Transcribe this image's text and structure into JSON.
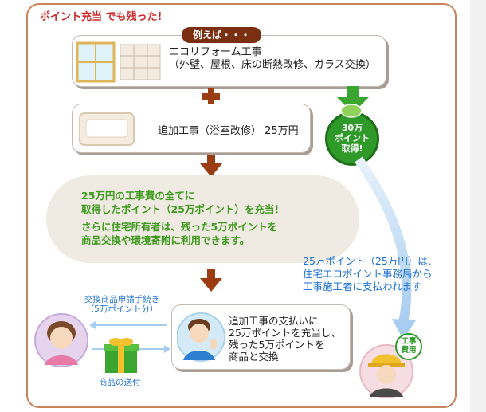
{
  "title": "ポイント充当 でも残った!",
  "example_pill": "例えば・・・",
  "step1": {
    "line1": "エコリフォーム工事",
    "line2": "（外壁、屋根、床の断熱改修、ガラス交換）"
  },
  "step2": {
    "label": "追加工事（浴室改修） 25万円"
  },
  "points_badge": {
    "line1": "30万",
    "line2": "ポイント",
    "line3": "取得!"
  },
  "step3": {
    "line1": "25万円の工事費の全てに",
    "line2": "取得したポイント（25万ポイント）を充当！",
    "line3": "さらに住宅所有者は、残った5万ポイントを",
    "line4": "商品交換や環境寄附に利用できます。"
  },
  "payment_note": {
    "line1": "25万ポイント（25万円）は、",
    "line2": "住宅エコポイント事務局から",
    "line3": "工事施工者に支払われます"
  },
  "exchange_label": {
    "line1": "交換商品申請手続き",
    "line2": "（5万ポイント分）"
  },
  "shipping_label": "商品の送付",
  "step4": {
    "line1": "追加工事の支払いに",
    "line2": "25万ポイントを充当し、",
    "line3": "残った5万ポイントを",
    "line4": "商品と交換"
  },
  "contractor_badge": {
    "line1": "工事",
    "line2": "費用"
  },
  "colors": {
    "frame": "#c9845a",
    "arrow_brown": "#9b3d12",
    "green": "#2f9a2a",
    "blue": "#1a6fd1",
    "red": "#cc2a2a"
  }
}
